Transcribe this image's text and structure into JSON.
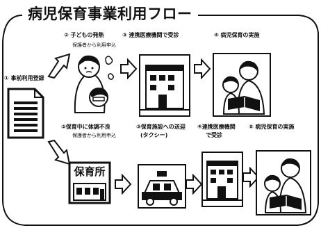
{
  "title": "病児保育事業利用フロー",
  "top_row": {
    "step1_label": "① 事前利用登録",
    "step2_label": "② 子どもの発熱",
    "step2_sub": "保護者から利用申込",
    "step3_label": "③ 連携医療機関で受診",
    "step4_label": "④ 病児保育の実施"
  },
  "bottom_row": {
    "step2_label": "②保育中に体調不良",
    "step2_sub": "保護者から利用申込",
    "step3_label_line1": "③保育施設への送迎",
    "step3_label_line2": "(タクシー)",
    "step4_label_line1": "④連携医療機関",
    "step4_label_line2": "で受診",
    "step5_label": "⑤ 病児保育の実施",
    "nursery_sign": "保育所"
  },
  "colors": {
    "line": "#111111",
    "background": "#ffffff"
  }
}
